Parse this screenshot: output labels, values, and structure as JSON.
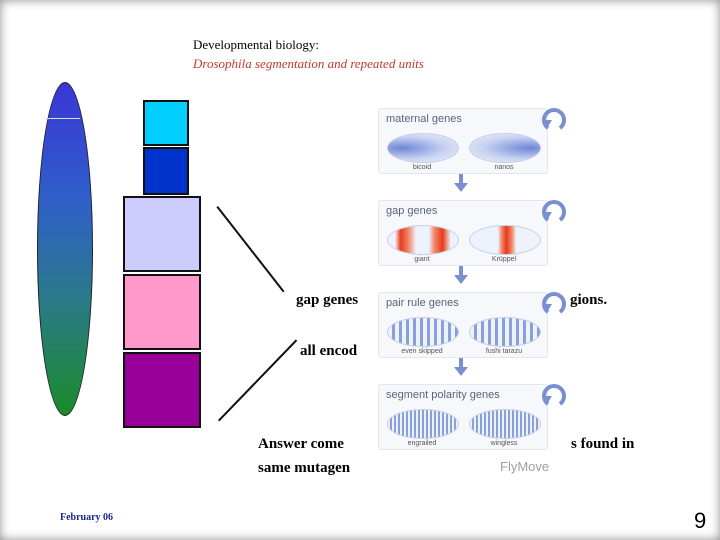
{
  "header": {
    "title": "Developmental biology:",
    "subtitle": "Drosophila segmentation and repeated units"
  },
  "blocks": {
    "colors": [
      "#00cfff",
      "#0033cc",
      "#ccccff",
      "#ff99cc",
      "#990099"
    ]
  },
  "text": {
    "line1": "gap genes",
    "line1_end": "gions.",
    "line2": "all encod",
    "line3_start": "Answer come",
    "line3_end": "s found in",
    "line4": "same mutagen"
  },
  "flow": {
    "panels": [
      {
        "title": "maternal genes",
        "left_label": "bicoid",
        "right_label": "nanos"
      },
      {
        "title": "gap genes",
        "left_label": "giant",
        "right_label": "Krüppel"
      },
      {
        "title": "pair rule genes",
        "left_label": "even skipped",
        "right_label": "fushi tarazu"
      },
      {
        "title": "segment polarity genes",
        "left_label": "engrailed",
        "right_label": "wingless"
      }
    ],
    "logo": "FlyMove"
  },
  "footer": {
    "date": "February 06",
    "page": "9"
  }
}
